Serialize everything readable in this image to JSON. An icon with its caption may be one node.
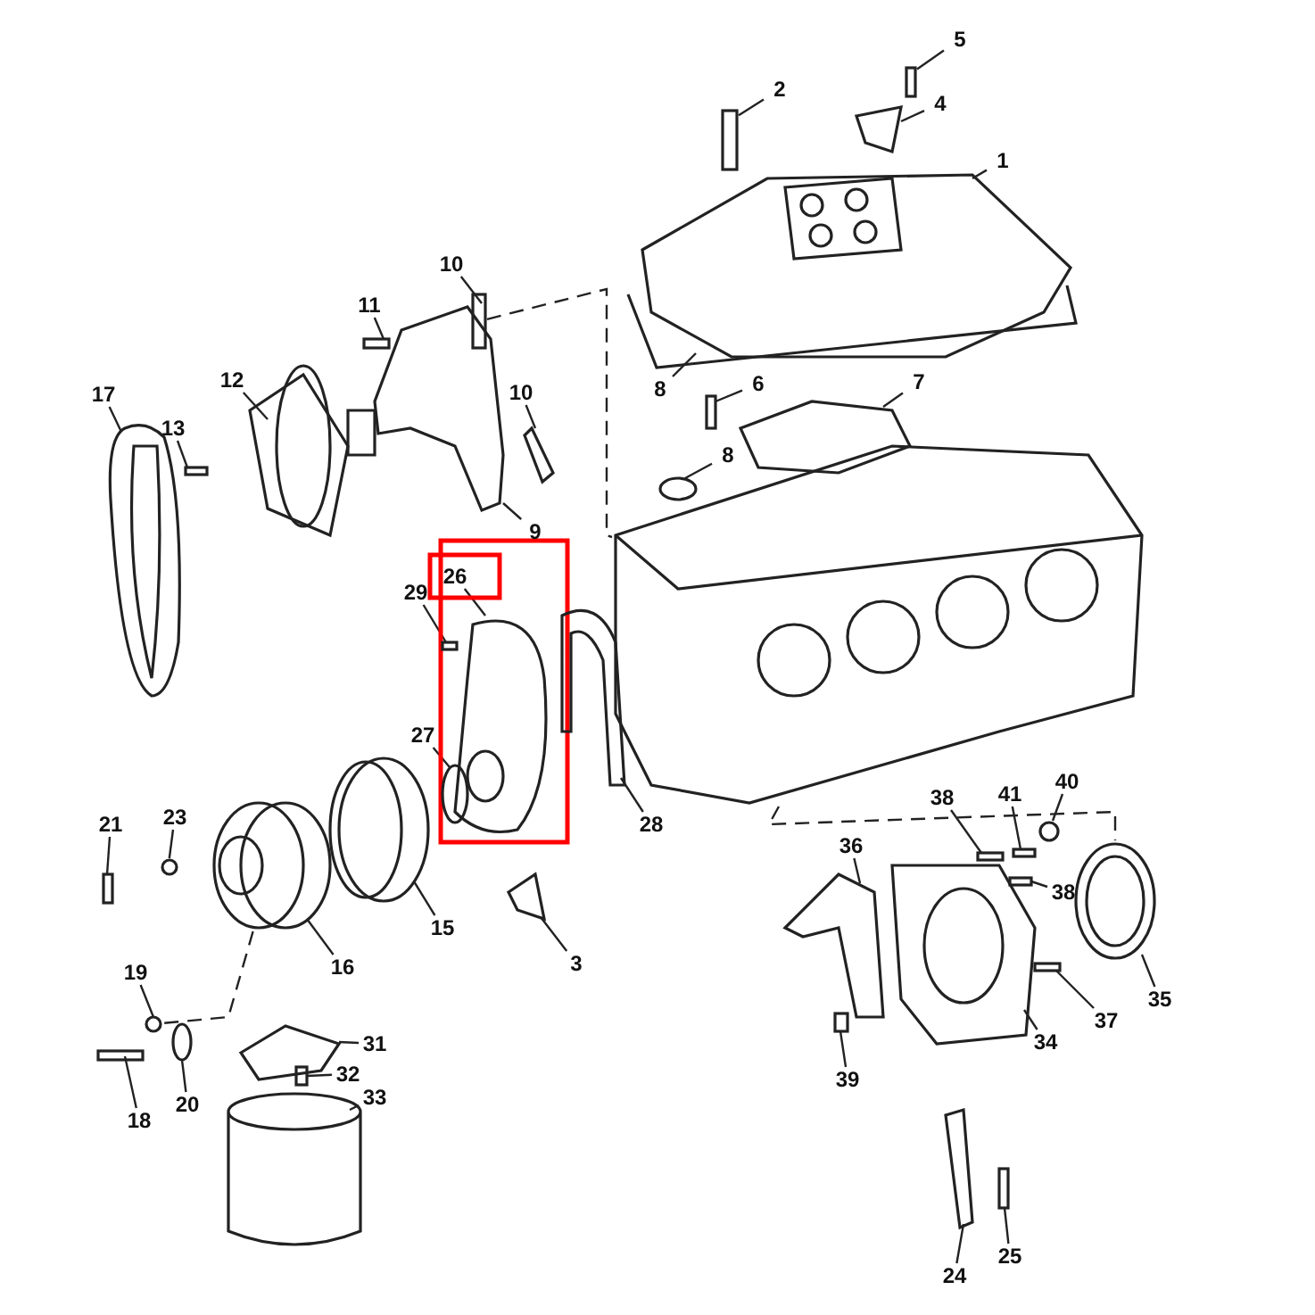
{
  "diagram": {
    "nodes": [
      {
        "text": [
          "5"
        ]
      },
      {
        "text": [
          "2"
        ]
      },
      {
        "text": [
          "4"
        ]
      },
      {
        "text": [
          "1"
        ]
      },
      {
        "text": [
          "10"
        ]
      },
      {
        "text": [
          "11"
        ]
      },
      {
        "text": [
          "8"
        ]
      },
      {
        "text": [
          "6"
        ]
      },
      {
        "text": [
          "7"
        ]
      },
      {
        "text": [
          "17"
        ]
      },
      {
        "text": [
          "12"
        ]
      },
      {
        "text": [
          "10"
        ]
      },
      {
        "text": [
          "13"
        ]
      },
      {
        "text": [
          "8"
        ]
      },
      {
        "text": [
          "9"
        ]
      },
      {
        "text": [
          "26"
        ]
      },
      {
        "text": [
          "29"
        ]
      },
      {
        "text": [
          "27"
        ]
      },
      {
        "text": [
          "40"
        ]
      },
      {
        "text": [
          "41"
        ]
      },
      {
        "text": [
          "21"
        ]
      },
      {
        "text": [
          "23"
        ]
      },
      {
        "text": [
          "38"
        ]
      },
      {
        "text": [
          "28"
        ]
      },
      {
        "text": [
          "36"
        ]
      },
      {
        "text": [
          "38"
        ]
      },
      {
        "text": [
          "15"
        ]
      },
      {
        "text": [
          "16"
        ]
      },
      {
        "text": [
          "3"
        ]
      },
      {
        "text": [
          "19"
        ]
      },
      {
        "text": [
          "35"
        ]
      },
      {
        "text": [
          "37"
        ]
      },
      {
        "text": [
          "34"
        ]
      },
      {
        "text": [
          "31"
        ]
      },
      {
        "text": [
          "32"
        ]
      },
      {
        "text": [
          "33"
        ]
      },
      {
        "text": [
          "39"
        ]
      },
      {
        "text": [
          "20"
        ]
      },
      {
        "text": [
          "18"
        ]
      },
      {
        "text": [
          "25"
        ]
      },
      {
        "text": [
          "24"
        ]
      },
      {
        "text": [],
        "shape": "box"
      },
      {
        "text": [],
        "shape": "box"
      },
      {
        "text": [],
        "shape": "picture"
      },
      {
        "text": [],
        "shape": "picture"
      },
      {
        "text": [],
        "shape": "box"
      },
      {
        "text": [],
        "shape": "box"
      },
      {
        "text": [],
        "shape": "picture"
      },
      {
        "text": [],
        "shape": "box"
      },
      {
        "text": [],
        "shape": "picture"
      },
      {
        "text": [],
        "shape": "picture"
      },
      {
        "text": [],
        "shape": "picture"
      },
      {
        "text": [],
        "shape": "picture"
      },
      {
        "text": [],
        "shape": "box"
      },
      {
        "text": [],
        "shape": "circle"
      },
      {
        "text": [],
        "shape": "picture"
      },
      {
        "text": [],
        "shape": "picture"
      },
      {
        "text": [],
        "shape": "box"
      },
      {
        "text": [],
        "shape": "picture"
      },
      {
        "text": [],
        "shape": "picture"
      },
      {
        "text": [],
        "shape": "circle"
      },
      {
        "text": [],
        "shape": "circle"
      },
      {
        "text": [],
        "shape": "box"
      },
      {
        "text": [],
        "shape": "box"
      },
      {
        "text": [],
        "shape": "circle"
      },
      {
        "text": [],
        "shape": "box"
      },
      {
        "text": [],
        "shape": "picture"
      },
      {
        "text": [],
        "shape": "picture"
      },
      {
        "text": [],
        "shape": "picture"
      },
      {
        "text": [],
        "shape": "box"
      },
      {
        "text": [],
        "shape": "picture"
      },
      {
        "text": [],
        "shape": "picture"
      },
      {
        "text": [],
        "shape": "picture"
      },
      {
        "text": [],
        "shape": "box"
      },
      {
        "text": [],
        "shape": "circle"
      },
      {
        "text": [],
        "shape": "circle"
      },
      {
        "text": [],
        "shape": "box"
      },
      {
        "text": [],
        "shape": "picture"
      },
      {
        "text": [],
        "shape": "box"
      },
      {
        "text": [],
        "shape": "box"
      },
      {
        "text": [],
        "shape": "picture"
      },
      {
        "text": [],
        "shape": "picture"
      },
      {
        "text": [],
        "shape": "box"
      }
    ],
    "edges": [
      {
        "from": 0,
        "to": 41,
        "arrow": "none"
      },
      {
        "from": 1,
        "to": 42,
        "arrow": "none"
      },
      {
        "from": 2,
        "to": 43,
        "arrow": "none"
      },
      {
        "from": 3,
        "to": 44,
        "arrow": "none"
      },
      {
        "from": 4,
        "to": 45,
        "arrow": "none"
      },
      {
        "from": 5,
        "to": 46,
        "arrow": "none"
      },
      {
        "from": 6,
        "to": 47,
        "arrow": "none"
      },
      {
        "from": 7,
        "to": 48,
        "arrow": "none"
      },
      {
        "from": 8,
        "to": 49,
        "arrow": "none"
      },
      {
        "from": 9,
        "to": 50,
        "arrow": "none"
      },
      {
        "from": 10,
        "to": 51,
        "arrow": "none"
      },
      {
        "from": 11,
        "to": 52,
        "arrow": "none"
      },
      {
        "from": 12,
        "to": 53,
        "arrow": "none"
      },
      {
        "from": 13,
        "to": 54,
        "arrow": "none"
      },
      {
        "from": 14,
        "to": 55,
        "arrow": "none"
      },
      {
        "from": 15,
        "to": 58,
        "arrow": "none"
      },
      {
        "from": 16,
        "to": 57,
        "arrow": "none"
      },
      {
        "from": 17,
        "to": 60,
        "arrow": "none"
      },
      {
        "from": 18,
        "to": 61,
        "arrow": "none"
      },
      {
        "from": 19,
        "to": 62,
        "arrow": "none"
      },
      {
        "from": 20,
        "to": 63,
        "arrow": "none"
      },
      {
        "from": 21,
        "to": 64,
        "arrow": "none"
      },
      {
        "from": 22,
        "to": 65,
        "arrow": "none"
      },
      {
        "from": 23,
        "to": 59,
        "arrow": "none"
      },
      {
        "from": 24,
        "to": 68,
        "arrow": "none"
      },
      {
        "from": 25,
        "to": 69,
        "arrow": "none"
      },
      {
        "from": 26,
        "to": 66,
        "arrow": "none"
      },
      {
        "from": 27,
        "to": 67,
        "arrow": "none"
      },
      {
        "from": 28,
        "to": 70,
        "arrow": "none"
      },
      {
        "from": 29,
        "to": 74,
        "arrow": "none"
      },
      {
        "from": 30,
        "to": 72,
        "arrow": "none"
      },
      {
        "from": 31,
        "to": 73,
        "arrow": "none"
      },
      {
        "from": 32,
        "to": 71,
        "arrow": "none"
      },
      {
        "from": 33,
        "to": 77,
        "arrow": "none"
      },
      {
        "from": 34,
        "to": 78,
        "arrow": "none"
      },
      {
        "from": 35,
        "to": 80,
        "arrow": "none"
      },
      {
        "from": 36,
        "to": 79,
        "arrow": "none"
      },
      {
        "from": 37,
        "to": 75,
        "arrow": "none"
      },
      {
        "from": 38,
        "to": 76,
        "arrow": "none"
      },
      {
        "from": 39,
        "to": 82,
        "arrow": "none"
      },
      {
        "from": 40,
        "to": 81,
        "arrow": "none"
      },
      {
        "from": 45,
        "to": 56,
        "arrow": "none",
        "style": "dashed"
      },
      {
        "from": 67,
        "to": 74,
        "arrow": "none",
        "style": "dashed"
      },
      {
        "from": 56,
        "to": 72,
        "arrow": "none",
        "style": "dashed"
      }
    ]
  }
}
